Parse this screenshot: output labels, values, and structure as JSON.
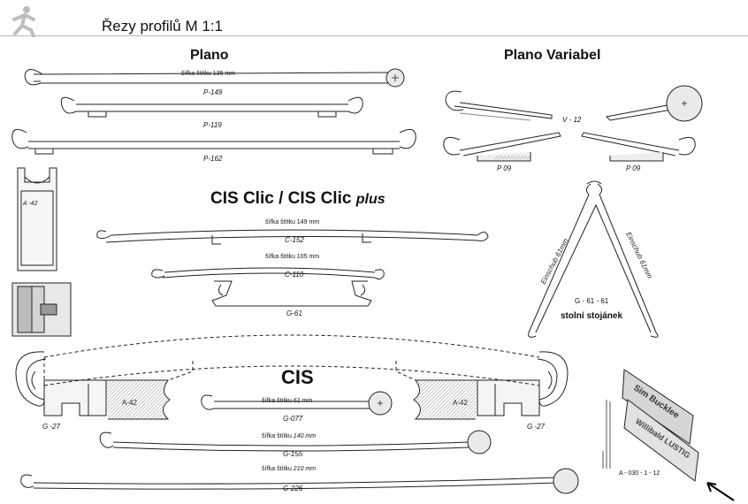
{
  "header": {
    "title": "Řezy profilů M 1:1",
    "logo_icon": "walking-person-icon"
  },
  "sections": {
    "plano": "Plano",
    "plano_variabel": "Plano Variabel",
    "cis_clic": "CIS Clic  / CIS Clic",
    "cis_clic_plus": "plus",
    "cis": "CIS"
  },
  "labels": {
    "p149_width": "šířka štítku 135 mm",
    "p149": "P-149",
    "p119": "P-119",
    "p162": "P-162",
    "v12": "V - 12",
    "p09_left": "P 09",
    "p09_right": "P 09",
    "a42_side": "A -42",
    "c152_width": "šířka štítku 149 mm",
    "c152": "C-152",
    "c110_width": "šířka štítku 105 mm",
    "c110": "C-110",
    "g61": "G-61",
    "einschub_left": "Einschub  61mm",
    "einschub_right": "Einschub  61mm",
    "g6161": "G - 61 - 61",
    "stand": "stolní stojánek",
    "a42_left": "A-42",
    "a42_right": "A-42",
    "g27_left": "G -27",
    "g27_right": "G -27",
    "g077_width_prefix": "šířka štítku",
    "g077_width_value": "61 mm",
    "g077": "G-077",
    "g155_width_prefix": "šířka štítku",
    "g155_width_value": "140 mm",
    "g155": "G-155",
    "g226_width_prefix": "šířka štítku",
    "g226_width_value": "210 mm",
    "g226": "G-226",
    "sign_text_top": "Sim Bucklee",
    "sign_text_bottom": "Willibald LUSTIG",
    "a030": "A - 030 - 1 - 12"
  },
  "colors": {
    "line": "#222222",
    "fill": "#f4f4f4",
    "hatch": "#cfcfcf",
    "sign": "#d9d9d9"
  }
}
